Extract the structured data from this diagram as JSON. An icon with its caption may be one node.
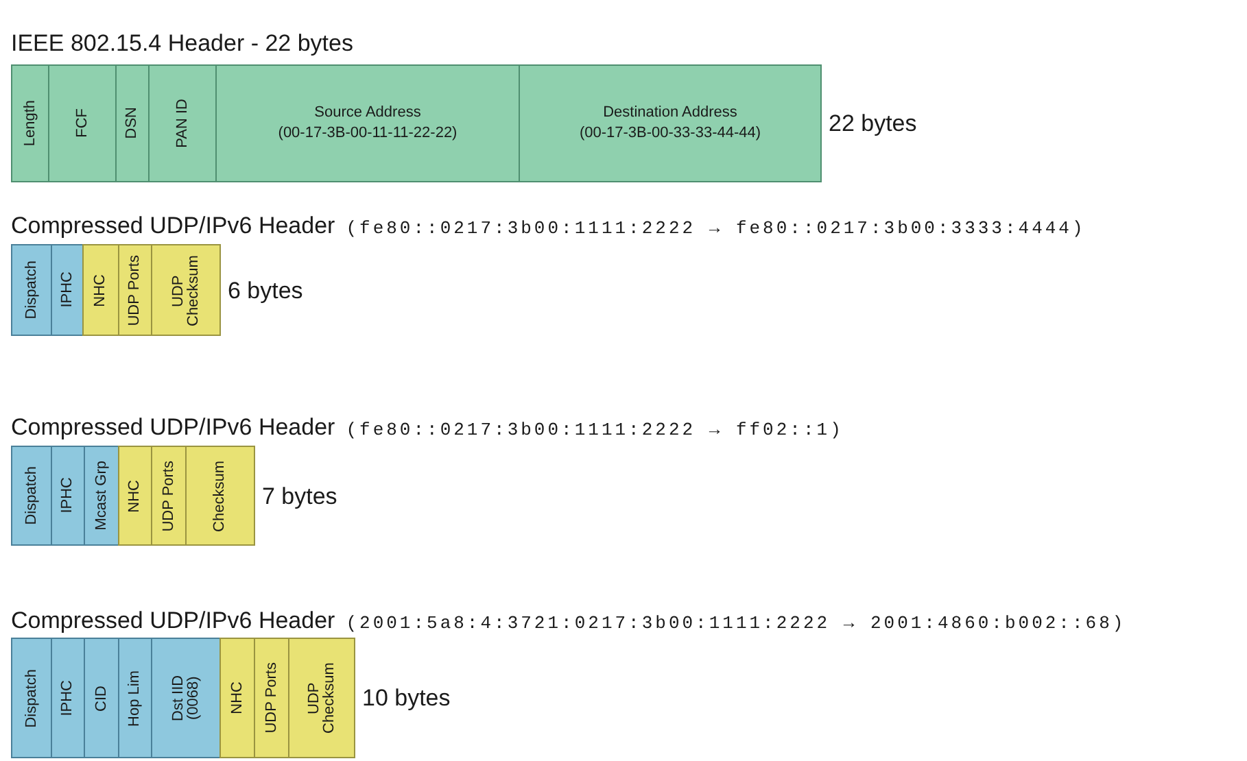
{
  "diagram": {
    "nodes": [
      {
        "text": [
          "Length"
        ]
      },
      {
        "text": [
          "FCF"
        ]
      },
      {
        "text": [
          "DSN"
        ]
      },
      {
        "text": [
          "PAN ID"
        ]
      },
      {
        "text": [
          "Source Address",
          "(00-17-3B-00-11-11-22-22)"
        ]
      },
      {
        "text": [
          "Destination Address",
          "(00-17-3B-00-33-33-44-44)"
        ],
        "beside": [
          "22 bytes"
        ]
      },
      {
        "text": [
          "Dispatch"
        ]
      },
      {
        "text": [
          "IPHC"
        ]
      },
      {
        "text": [
          "NHC"
        ]
      },
      {
        "text": [
          "UDP Ports"
        ]
      },
      {
        "text": [
          "UDP Checksum"
        ],
        "beside": [
          "6 bytes"
        ]
      },
      {
        "text": [
          "Dispatch"
        ]
      },
      {
        "text": [
          "IPHC"
        ]
      },
      {
        "text": [
          "Mcast Grp"
        ]
      },
      {
        "text": [
          "NHC"
        ]
      },
      {
        "text": [
          "UDP Ports"
        ]
      },
      {
        "text": [
          "Checksum"
        ],
        "beside": [
          "7 bytes"
        ]
      },
      {
        "text": [
          "Dispatch"
        ]
      },
      {
        "text": [
          "IPHC"
        ]
      },
      {
        "text": [
          "CID"
        ]
      },
      {
        "text": [
          "Hop Lim"
        ]
      },
      {
        "text": [
          "Dst IID (0068)"
        ]
      },
      {
        "text": [
          "NHC"
        ]
      },
      {
        "text": [
          "UDP Ports"
        ]
      },
      {
        "text": [
          "UDP Checksum"
        ],
        "beside": [
          "10 bytes"
        ]
      }
    ],
    "labels": [
      "IEEE 802.15.4 Header - 22 bytes",
      "Compressed UDP/IPv6 Header",
      "(fe80::0217:3b00:1111:2222 → fe80::0217:3b00:3333:4444)",
      "Compressed UDP/IPv6 Header",
      "(fe80::0217:3b00:1111:2222 → ff02::1)",
      "Compressed UDP/IPv6 Header",
      "(2001:5a8:4:3721:0217:3b00:1111:2222 → 2001:4860:b002::68)"
    ]
  }
}
